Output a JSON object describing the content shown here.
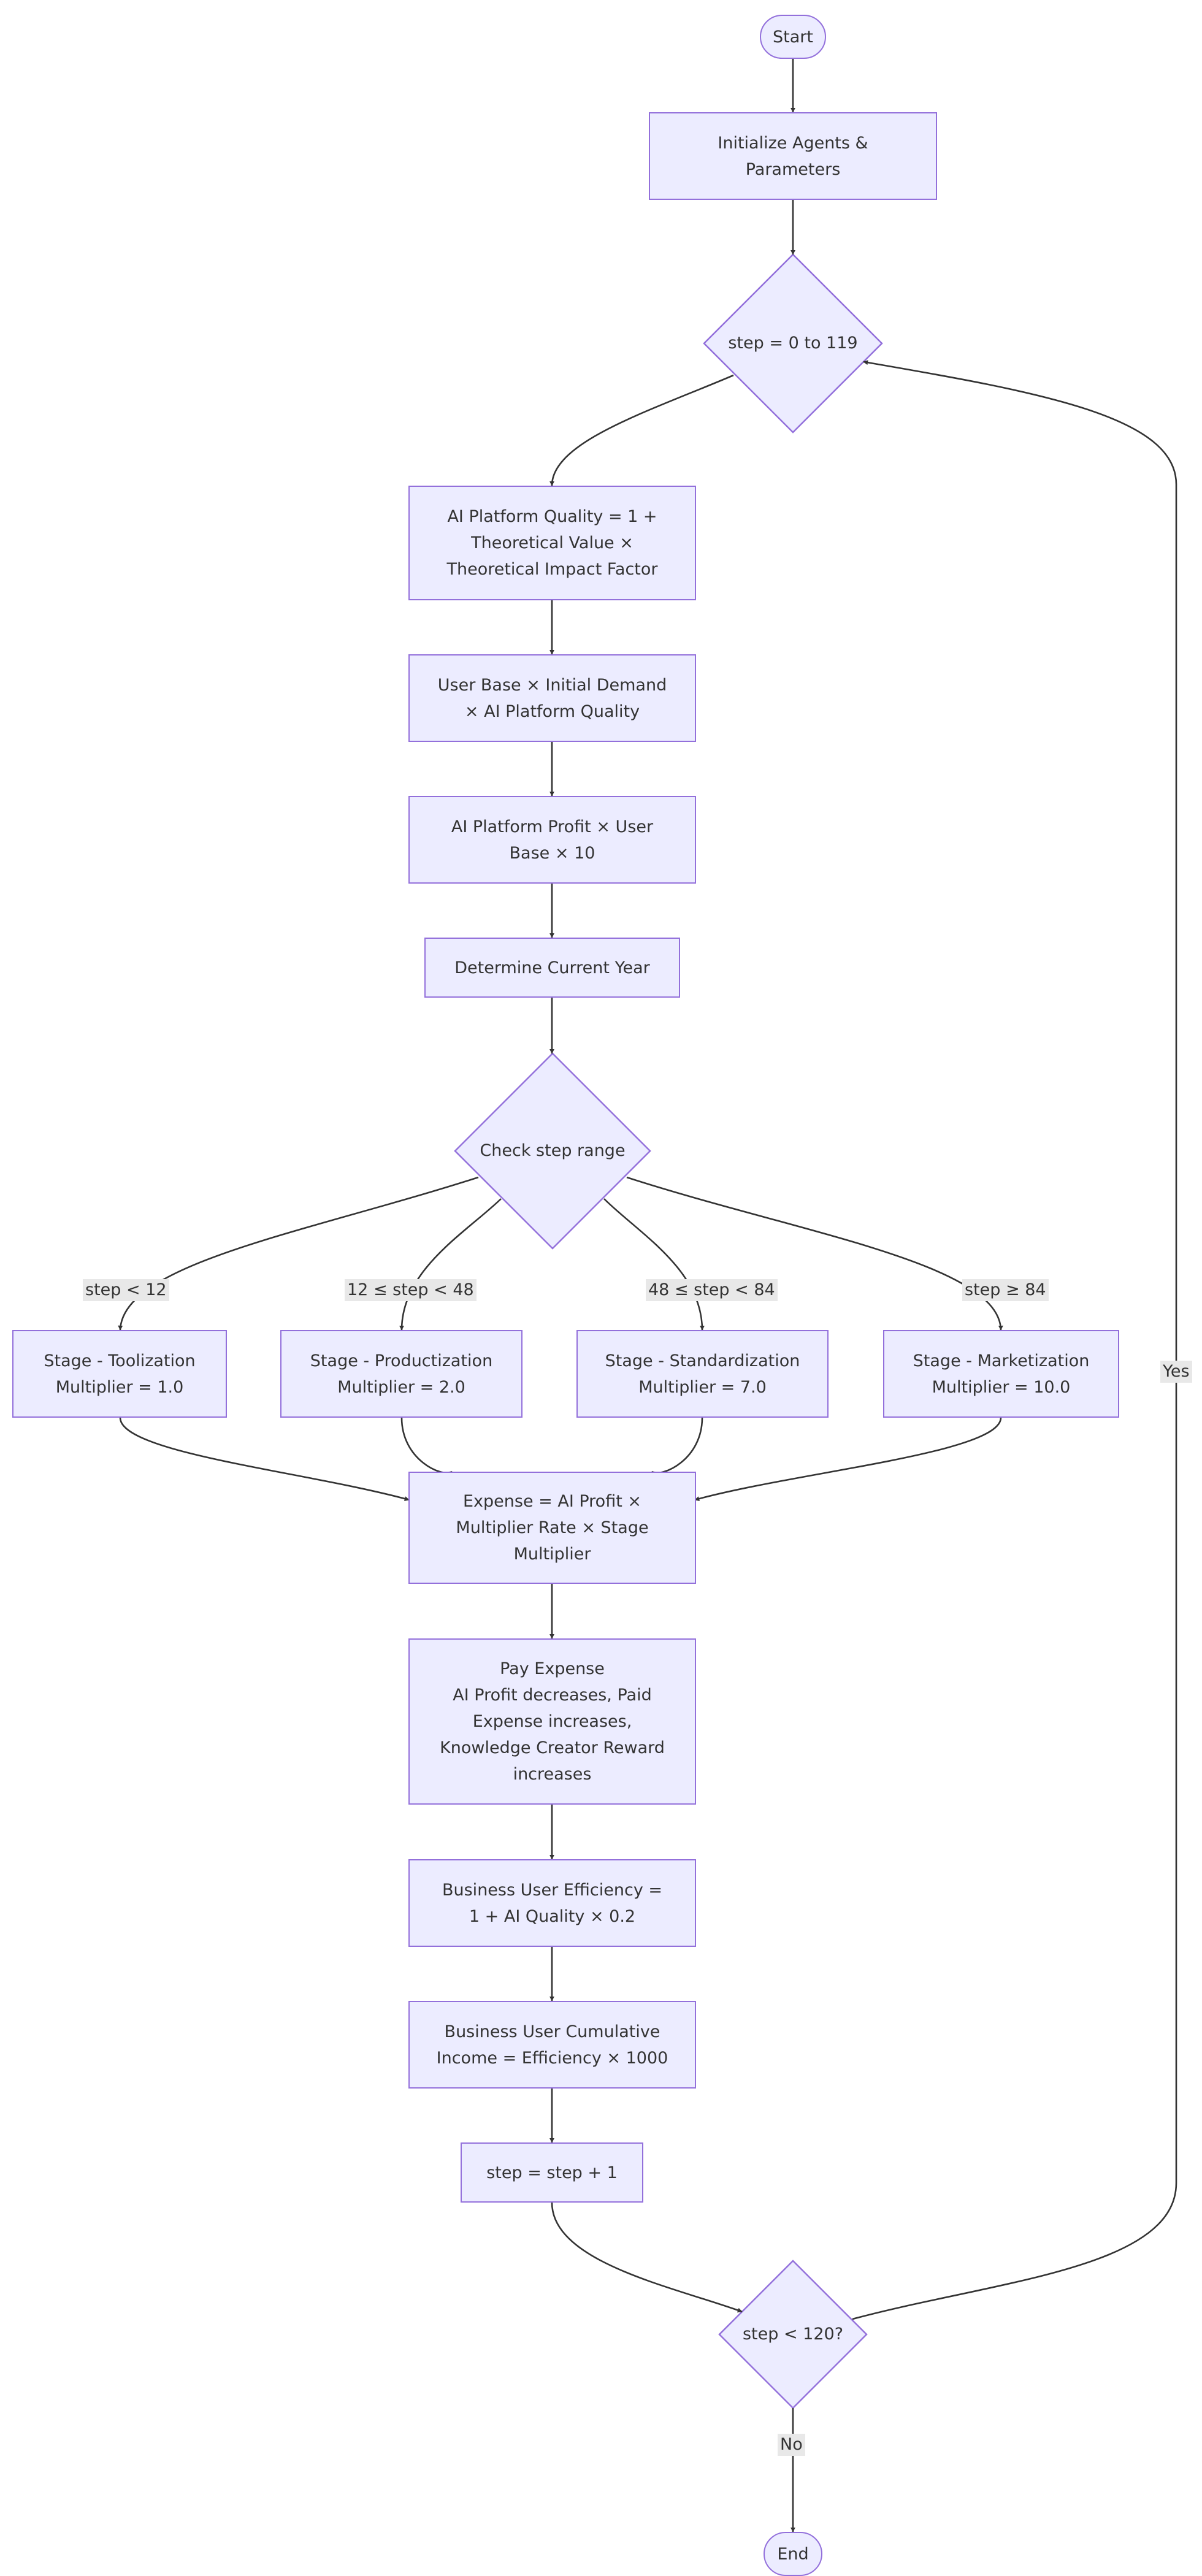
{
  "nodes": {
    "start": "Start",
    "init": "Initialize Agents &\nParameters",
    "loop": "step = 0 to 119",
    "quality": "AI Platform Quality = 1 +\nTheoretical Value ×\nTheoretical Impact Factor",
    "userbase": "User Base × Initial Demand\n× AI Platform Quality",
    "profit": "AI Platform Profit × User\nBase × 10",
    "year": "Determine Current Year",
    "check": "Check step range",
    "stage1": "Stage - Toolization\nMultiplier = 1.0",
    "stage2": "Stage - Productization\nMultiplier = 2.0",
    "stage3": "Stage - Standardization\nMultiplier = 7.0",
    "stage4": "Stage - Marketization\nMultiplier = 10.0",
    "expense": "Expense = AI Profit ×\nMultiplier Rate × Stage\nMultiplier",
    "pay": "Pay Expense\nAI Profit decreases, Paid\nExpense increases,\nKnowledge Creator Reward\nincreases",
    "efficiency": "Business User Efficiency =\n1 + AI Quality × 0.2",
    "income": "Business User Cumulative\nIncome = Efficiency × 1000",
    "increment": "step = step + 1",
    "cond": "step < 120?",
    "end": "End"
  },
  "edge_labels": {
    "stage1": "step < 12",
    "stage2": "12 ≤ step < 48",
    "stage3": "48 ≤ step < 84",
    "stage4": "step ≥ 84",
    "yes": "Yes",
    "no": "No"
  },
  "colors": {
    "node_fill": "#ECECFF",
    "node_stroke": "#9370DB",
    "edge": "#333333",
    "text": "#333333",
    "label_bg": "#E8E8E8"
  }
}
